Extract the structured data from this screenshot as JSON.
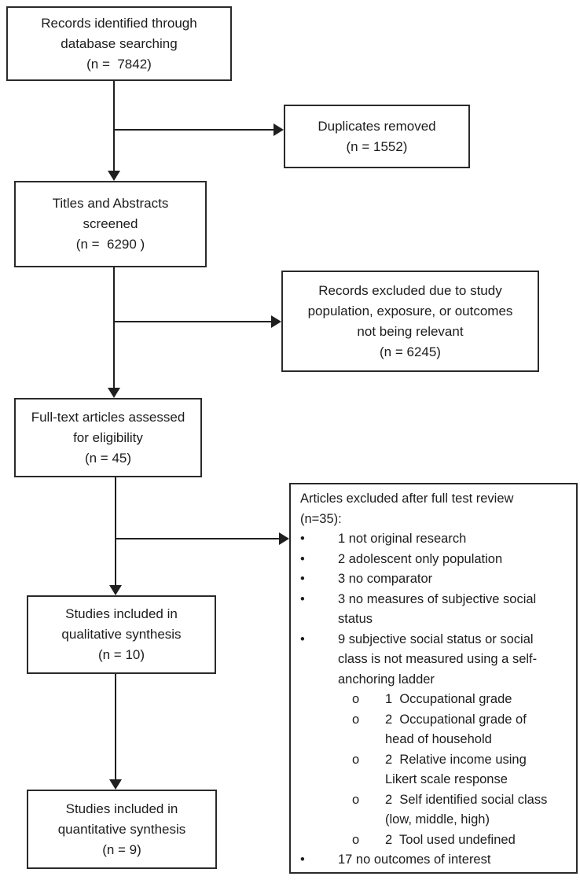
{
  "figure": {
    "type": "prisma-flow-diagram",
    "background_color": "#ffffff",
    "line_color": "#1f1f1f",
    "text_color": "#1c1c1c"
  },
  "boxes": {
    "identified": "Records identified through\ndatabase searching\n(n =  7842)",
    "duplicates_removed": "Duplicates removed\n(n = 1552)",
    "screened": "Titles and Abstracts\nscreened\n(n =  6290 )",
    "records_excluded": "Records excluded due to study\npopulation, exposure, or outcomes\nnot being relevant\n(n = 6245)",
    "fulltext_assessed": "Full-text articles assessed\nfor eligibility\n(n = 45)",
    "qualitative": "Studies included in\nqualitative synthesis\n(n = 10)",
    "quantitative": "Studies included in\nquantitative synthesis\n(n = 9)"
  },
  "exclusion": {
    "title": "Articles excluded after full test review\n(n=35):",
    "items": [
      {
        "bullet": "•",
        "level": 1,
        "text": "1 not original research"
      },
      {
        "bullet": "•",
        "level": 1,
        "text": "2 adolescent only population"
      },
      {
        "bullet": "•",
        "level": 1,
        "text": "3 no comparator"
      },
      {
        "bullet": "•",
        "level": 1,
        "text": "3 no measures of subjective social\nstatus"
      },
      {
        "bullet": "•",
        "level": 1,
        "text": "9 subjective social status or social\nclass is not measured using a self-\nanchoring ladder"
      },
      {
        "bullet": "o",
        "level": 2,
        "text": "1  Occupational grade"
      },
      {
        "bullet": "o",
        "level": 2,
        "text": "2  Occupational grade of\nhead of household"
      },
      {
        "bullet": "o",
        "level": 2,
        "text": "2  Relative income using\nLikert scale response"
      },
      {
        "bullet": "o",
        "level": 2,
        "text": "2  Self identified social class\n(low, middle, high)"
      },
      {
        "bullet": "o",
        "level": 2,
        "text": "2  Tool used undefined"
      },
      {
        "bullet": "•",
        "level": 1,
        "text": "17 no outcomes of interest"
      }
    ]
  }
}
